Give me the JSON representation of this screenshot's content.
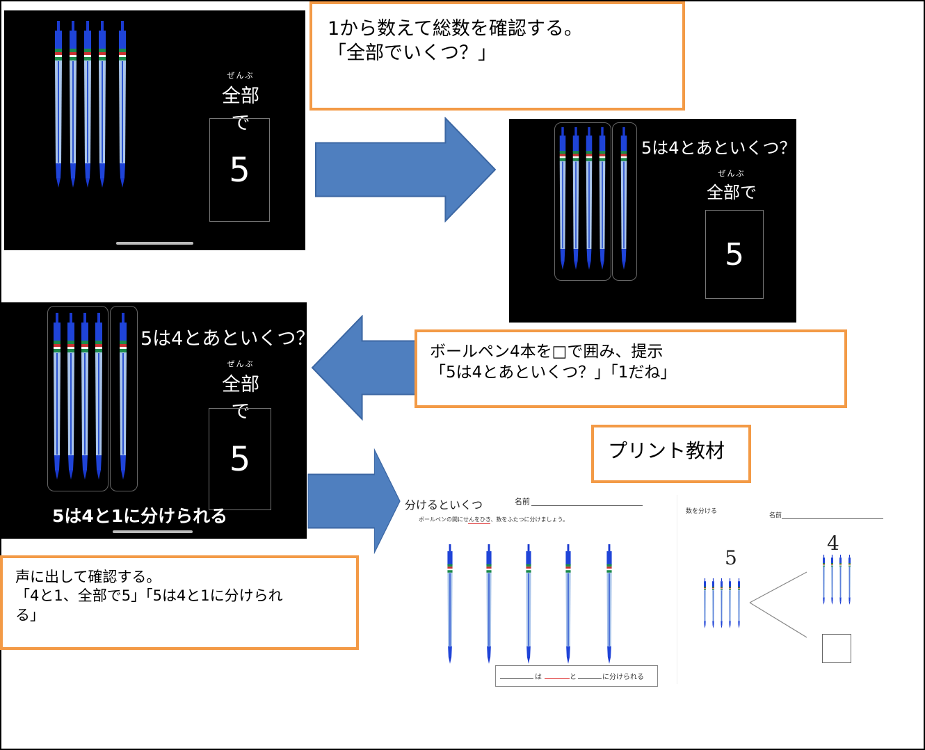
{
  "callouts": {
    "count_total": "1から数えて総数を確認する。",
    "ask_total": "「全部でいくつ？」",
    "enclose_line1": "ボールペン4本を□で囲み、提示",
    "enclose_line2": "「5は4とあといくつ？」「1だね」",
    "print_label": "プリント教材",
    "voice_line1": "声に出して確認する。",
    "voice_line2": "「4と1、全部で5」「5は4と1に分けられ",
    "voice_line3": "る」"
  },
  "slides": {
    "ruby": "ぜんぶ",
    "zenbu": "全部で",
    "total": "5",
    "question": "5は4とあといくつ？",
    "conclusion": "5は4と1に分けられる"
  },
  "worksheet1": {
    "title": "分けるといくつ",
    "name_label": "名前",
    "instruction": "ボールペンの間にせんをひき、数をふたつに分けましょう。",
    "answer_ha": "は",
    "answer_to": "と",
    "answer_end": "に分けられる"
  },
  "worksheet2": {
    "heading": "数を分ける",
    "name_label": "名前",
    "whole": "5",
    "part": "4"
  },
  "colors": {
    "callout_border": "#f39a46",
    "arrow_fill": "#4f7fbf",
    "pen_blue": "#1f3fbf"
  }
}
